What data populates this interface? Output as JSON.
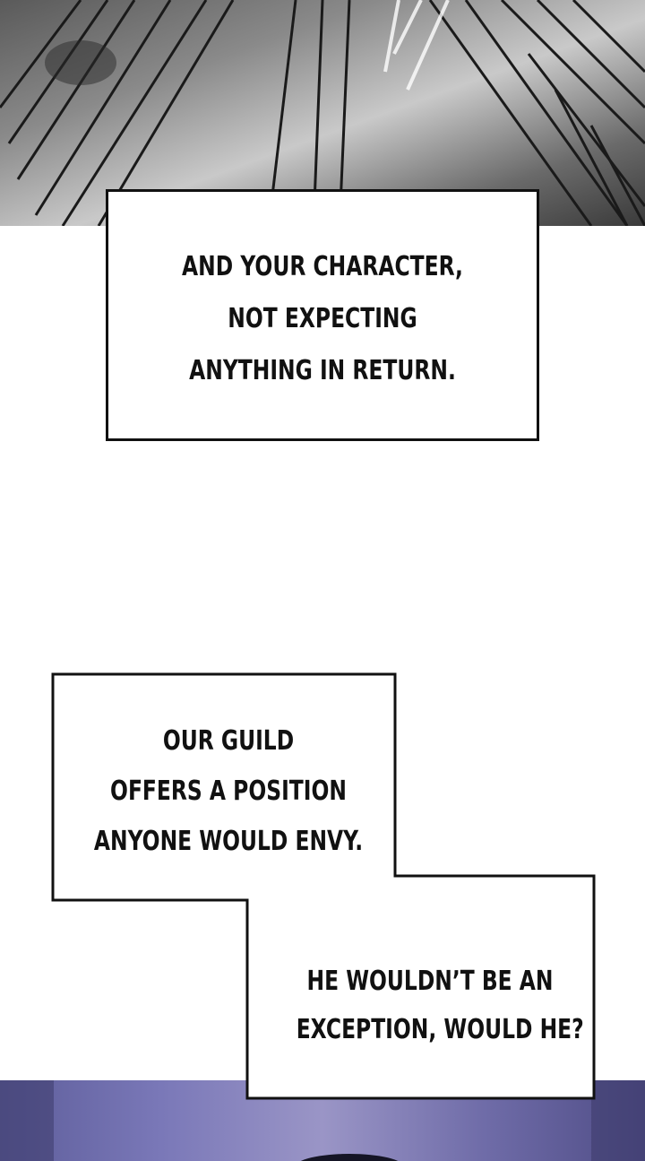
{
  "captions": {
    "first": {
      "lines": [
        "AND YOUR CHARACTER,",
        "NOT EXPECTING",
        "ANYTHING IN RETURN."
      ]
    },
    "second": {
      "lines": [
        "OUR GUILD",
        "OFFERS A POSITION",
        "ANYONE WOULD ENVY."
      ]
    },
    "third": {
      "lines": [
        "HE WOULDN’T BE AN",
        "EXCEPTION, WOULD HE?"
      ]
    }
  },
  "colors": {
    "caption_border": "#111111",
    "caption_fill": "#ffffff",
    "top_panel": "grayscale",
    "bottom_panel": "#7a78b8"
  }
}
